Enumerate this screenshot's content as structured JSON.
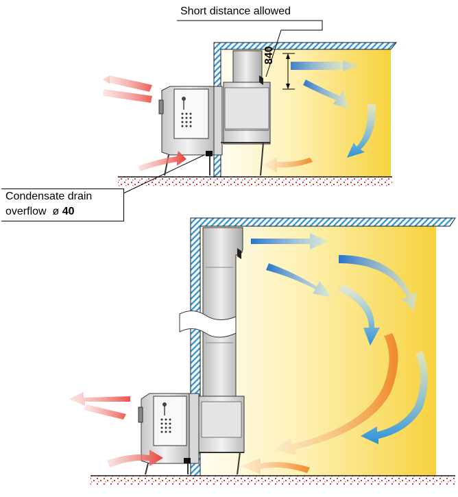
{
  "labels": {
    "short_distance": "Short distance allowed",
    "dimension": "840",
    "condensate_line1": "Condensate drain",
    "condensate_line2_prefix": "overflow  ø ",
    "condensate_line2_value": "40"
  },
  "colors": {
    "hot_air": "#e8423a",
    "cold_air": "#2a74c8",
    "warm_air": "#f08a2a",
    "ambient_warm": "#f7d444",
    "wall_hatch": "#2a8fd0",
    "floor_hatch": "#d23a3a"
  },
  "icons": [
    "oven-unit",
    "exhaust-hood",
    "airflow-arrow",
    "wall-hatching",
    "floor-hatching",
    "break-mark"
  ]
}
